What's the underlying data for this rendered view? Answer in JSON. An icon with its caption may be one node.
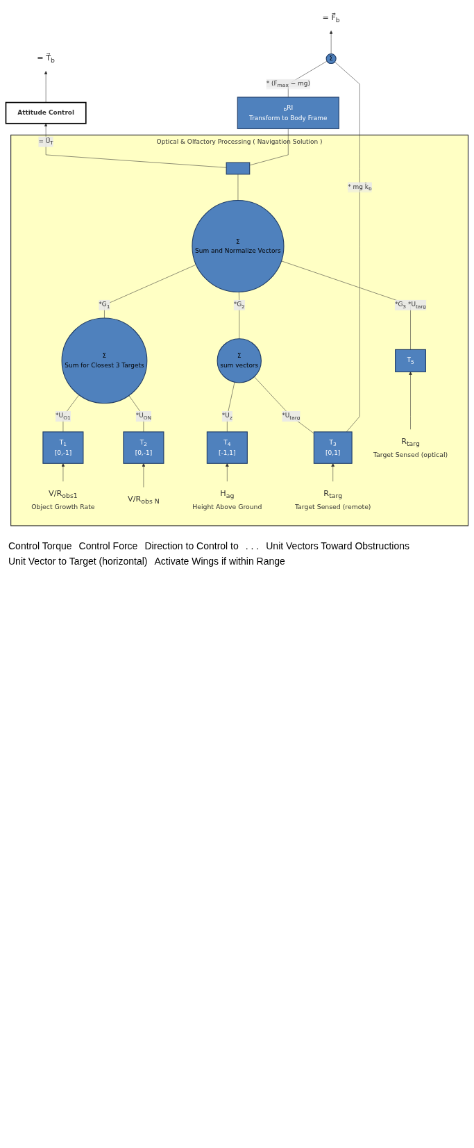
{
  "diagram": {
    "nodes": [
      {
        "text": [
          "Optical & Olfactory Processing ( Navigation Solution )"
        ]
      },
      {
        "text": [
          "V/R$_{obs1}$"
        ],
        "beside": [
          "Object Growth Rate"
        ],
        "in": 0
      },
      {
        "text": [
          "T$_{1}$",
          "[0,-1]"
        ],
        "in": 0
      },
      {
        "text": [
          "V/R$_{obs N}$"
        ],
        "in": 0
      },
      {
        "text": [
          "T$_{2}$",
          "[0,-1]"
        ],
        "in": 0
      },
      {
        "text": [
          "H$_{ag}$"
        ],
        "beside": [
          "Height Above Ground"
        ],
        "in": 0
      },
      {
        "text": [
          "T$_{4}$",
          "[-1,1]"
        ],
        "in": 0
      },
      {
        "text": [
          "R$_{targ}$"
        ],
        "beside": [
          "Target Sensed (remote)"
        ],
        "in": 0
      },
      {
        "text": [
          "T$_{3}$",
          "[0,1]"
        ],
        "in": 0
      },
      {
        "text": [
          "R$_{targ}$"
        ],
        "beside": [
          "Target Sensed (optical)"
        ],
        "in": 0
      },
      {
        "text": [
          "T$_{5}$"
        ],
        "in": 0
      },
      {
        "text": [
          "Σ",
          "Sum for Closest 3 Targets"
        ],
        "in": 0
      },
      {
        "text": [
          "Σ",
          "sum vectors"
        ],
        "in": 0
      },
      {
        "text": [
          "Σ",
          "Sum and Normalize Vectors"
        ],
        "in": 0
      },
      {
        "text": [],
        "shape": "box",
        "in": 0
      },
      {
        "text": [
          "Attitude Control"
        ]
      },
      {
        "text": [
          "$_{b}$RI",
          "Transform to Body Frame"
        ]
      },
      {
        "text": [
          "Σ"
        ]
      },
      {
        "text": [
          "= T⃗$_{b}$"
        ]
      },
      {
        "text": [
          "= F⃗$_{b}$"
        ]
      }
    ],
    "edges": [
      {
        "from": 1,
        "to": 2,
        "arrow": "to"
      },
      {
        "from": 3,
        "to": 4,
        "arrow": "to"
      },
      {
        "from": 5,
        "to": 6,
        "arrow": "to"
      },
      {
        "from": 7,
        "to": 8,
        "arrow": "to"
      },
      {
        "from": 9,
        "to": 10,
        "arrow": "to"
      },
      {
        "from": 2,
        "to": 11,
        "label": "*U$_{O1}$",
        "arrow": "none"
      },
      {
        "from": 4,
        "to": 11,
        "label": "*U$_{ON}$",
        "arrow": "none"
      },
      {
        "from": 6,
        "to": 12,
        "label": "*U$_{z}$",
        "arrow": "none"
      },
      {
        "from": 8,
        "to": 12,
        "label": "*U$_{targ}$",
        "arrow": "none"
      },
      {
        "from": 11,
        "to": 13,
        "label": "*G$_{1}$",
        "arrow": "none"
      },
      {
        "from": 12,
        "to": 13,
        "label": "*G$_{2}$",
        "arrow": "none"
      },
      {
        "from": 10,
        "to": 13,
        "label": "*G$_{3}$ *U$_{targ}$",
        "arrow": "none"
      },
      {
        "from": 13,
        "to": 14,
        "arrow": "none"
      },
      {
        "from": 14,
        "to": 15,
        "label": "= U⃗$_{T}$",
        "arrow": "to"
      },
      {
        "from": 14,
        "to": 16,
        "arrow": "none"
      },
      {
        "from": 16,
        "to": 17,
        "label": "* (F$_{max}$ − mg)",
        "arrow": "none"
      },
      {
        "from": 8,
        "to": 17,
        "label": "* mg k̂$_{b}$",
        "arrow": "none"
      },
      {
        "from": 15,
        "to": 18,
        "arrow": "to"
      },
      {
        "from": 17,
        "to": 19,
        "arrow": "to"
      }
    ],
    "labels": [
      "Control Torque",
      "Control Force",
      "Direction to Control to",
      ". . .",
      "Unit Vectors Toward Obstructions",
      "Unit Vector to Target (horizontal)",
      "Activate Wings if within Range"
    ]
  }
}
